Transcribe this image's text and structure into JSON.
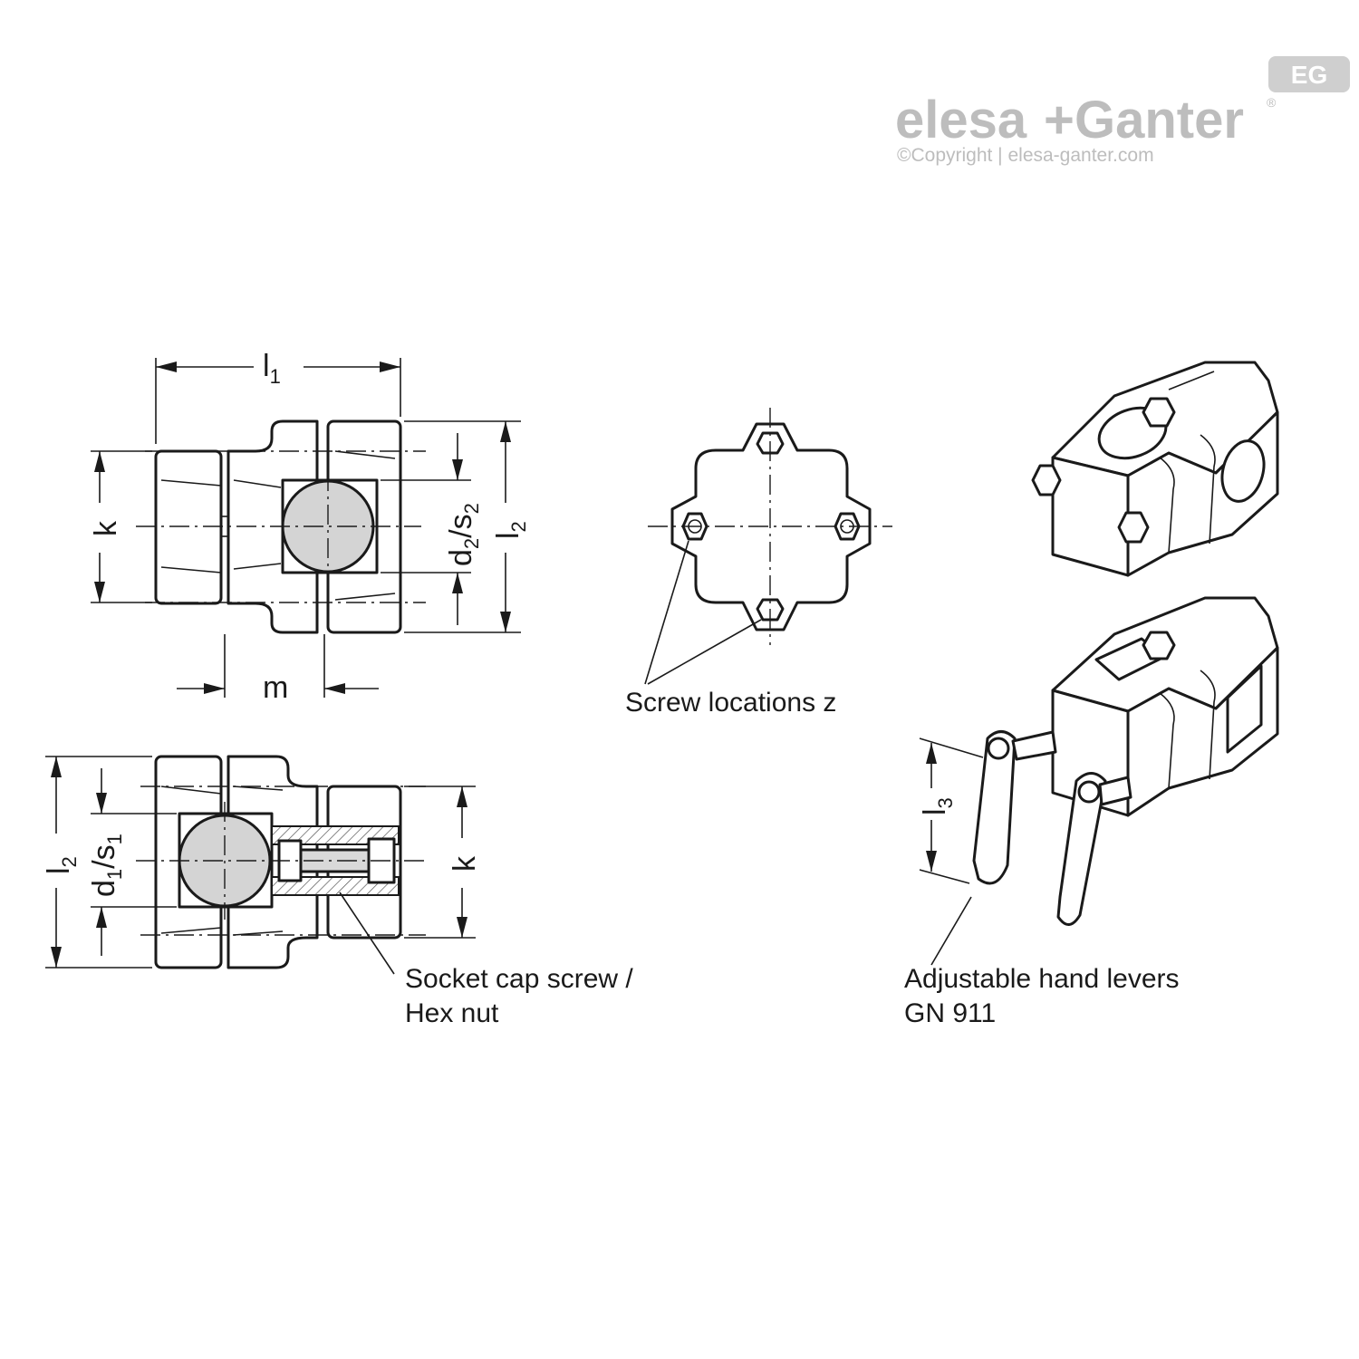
{
  "logo": {
    "badge": "EG",
    "brand_left": "elesa",
    "brand_plus": "+",
    "brand_right": "Ganter",
    "registered": "®",
    "copyright": "©Copyright | elesa-ganter.com"
  },
  "dimensions": {
    "l1": {
      "base": "l",
      "sub": "1"
    },
    "l2_top": {
      "base": "l",
      "sub": "2"
    },
    "k_top": "k",
    "d2s2": {
      "d": "d",
      "d_sub": "2",
      "slash": "/s",
      "s_sub": "2"
    },
    "m": "m",
    "l2_bottom": {
      "base": "l",
      "sub": "2"
    },
    "d1s1": {
      "d": "d",
      "d_sub": "1",
      "slash": "/s",
      "s_sub": "1"
    },
    "k_bottom": "k",
    "l3": {
      "base": "l",
      "sub": "3"
    }
  },
  "callouts": {
    "screw_locations": "Screw locations z",
    "socket_cap_line1": "Socket cap screw /",
    "socket_cap_line2": "Hex nut",
    "hand_levers_line1": "Adjustable hand levers",
    "hand_levers_line2": "GN 911"
  },
  "colors": {
    "line": "#1a1a1a",
    "logo_gray": "#bdbdbd",
    "ball_fill": "#d4d4d4"
  }
}
